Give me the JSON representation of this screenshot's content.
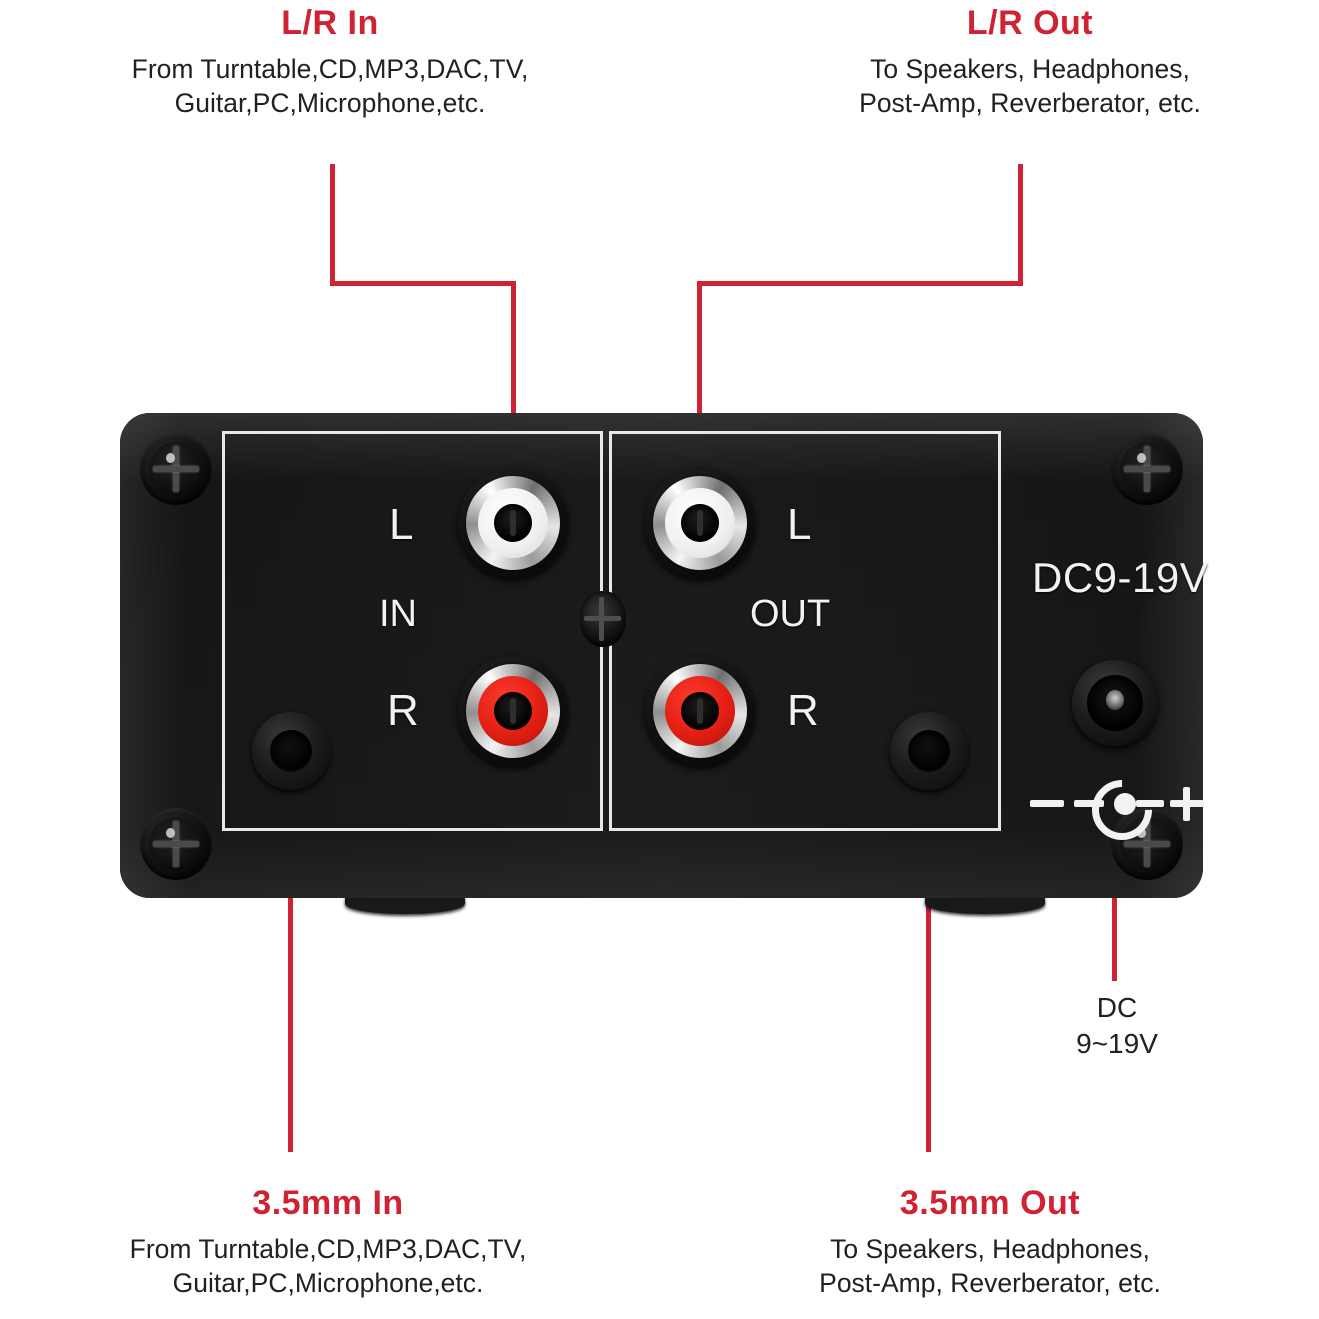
{
  "callouts": {
    "lr_in": {
      "title": "L/R In",
      "line1": "From Turntable,CD,MP3,DAC,TV,",
      "line2": "Guitar,PC,Microphone,etc."
    },
    "lr_out": {
      "title": "L/R Out",
      "line1": "To Speakers, Headphones,",
      "line2": "Post-Amp, Reverberator, etc."
    },
    "mm35_in": {
      "title": "3.5mm In",
      "line1": "From Turntable,CD,MP3,DAC,TV,",
      "line2": "Guitar,PC,Microphone,etc."
    },
    "mm35_out": {
      "title": "3.5mm Out",
      "line1": "To Speakers, Headphones,",
      "line2": "Post-Amp, Reverberator, etc."
    },
    "dc": {
      "line1": "DC",
      "line2": "9~19V"
    }
  },
  "panel": {
    "in_label": "IN",
    "out_label": "OUT",
    "in_left_label": "L",
    "in_right_label": "R",
    "out_left_label": "L",
    "out_right_label": "R",
    "dc_label": "DC9-19V",
    "polarity_minus": "−",
    "polarity_plus": "+"
  },
  "colors": {
    "accent_red": "#cf2233",
    "dot_red": "#f01629",
    "chassis_black": "#0d0d0d",
    "silk_white": "#f2f2f2",
    "rca_red": "#e31f14",
    "rca_white": "#ffffff"
  }
}
